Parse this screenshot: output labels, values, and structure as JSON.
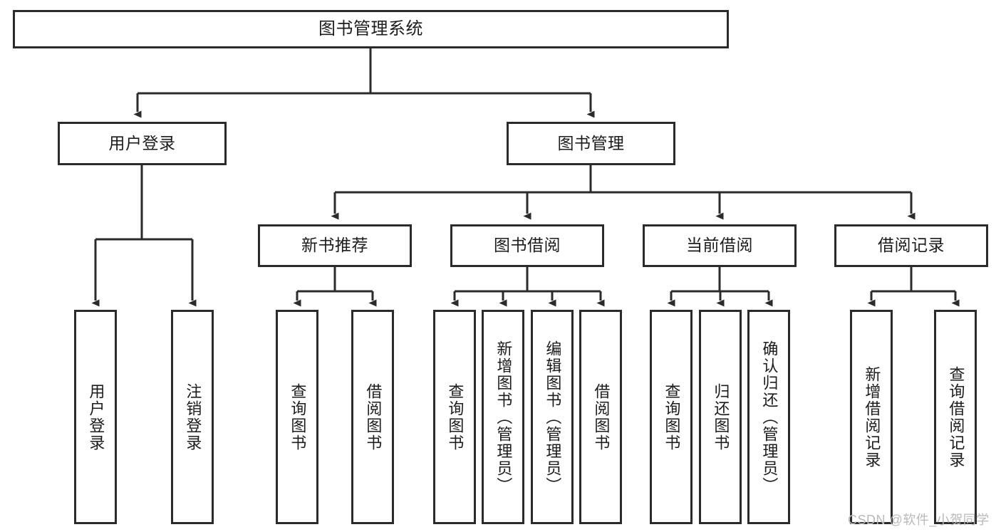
{
  "diagram": {
    "title": "图书管理系统",
    "watermark": "CSDN @软件_小贺同学",
    "stroke_color": "#2b2b2b",
    "box_fill": "#ffffff",
    "background": "#ffffff",
    "root": {
      "label": "图书管理系统"
    },
    "level2": [
      {
        "label": "用户登录"
      },
      {
        "label": "图书管理"
      }
    ],
    "level3": [
      {
        "label": "新书推荐"
      },
      {
        "label": "图书借阅"
      },
      {
        "label": "当前借阅"
      },
      {
        "label": "借阅记录"
      }
    ],
    "leaves": {
      "user_login": [
        {
          "label": "用户登录"
        },
        {
          "label": "注销登录"
        }
      ],
      "new_book_recommend": [
        {
          "label": "查询图书"
        },
        {
          "label": "借阅图书"
        }
      ],
      "book_borrow": [
        {
          "label": "查询图书"
        },
        {
          "label": "新增图书（管理员）"
        },
        {
          "label": "编辑图书（管理员）"
        },
        {
          "label": "借阅图书"
        }
      ],
      "current_borrow": [
        {
          "label": "查询图书"
        },
        {
          "label": "归还图书"
        },
        {
          "label": "确认归还（管理员）"
        }
      ],
      "borrow_record": [
        {
          "label": "新增借阅记录"
        },
        {
          "label": "查询借阅记录"
        }
      ]
    }
  }
}
